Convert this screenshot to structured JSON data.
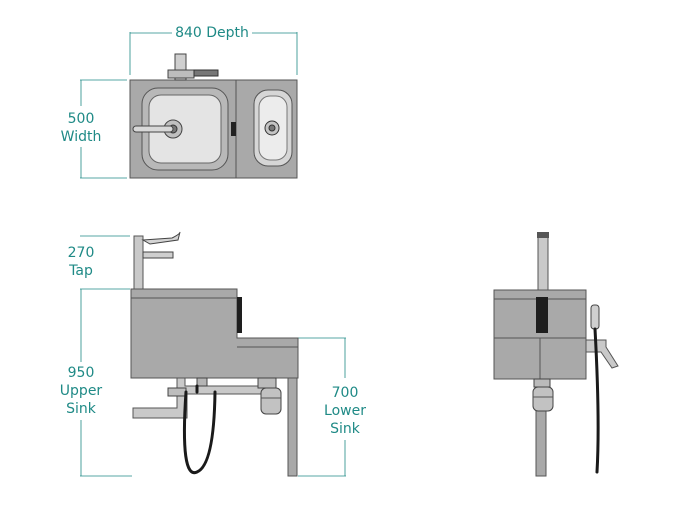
{
  "labels": {
    "depth": "840 Depth",
    "width_value": "500",
    "width_word": "Width",
    "tap_value": "270",
    "tap_word": "Tap",
    "upper_value": "950",
    "upper_word1": "Upper",
    "upper_word2": "Sink",
    "lower_value": "700",
    "lower_word1": "Lower",
    "lower_word2": "Sink"
  },
  "colors": {
    "dimension": "#1f8a86",
    "steel": "#a9a9a9",
    "hose": "#1a1a1a"
  }
}
